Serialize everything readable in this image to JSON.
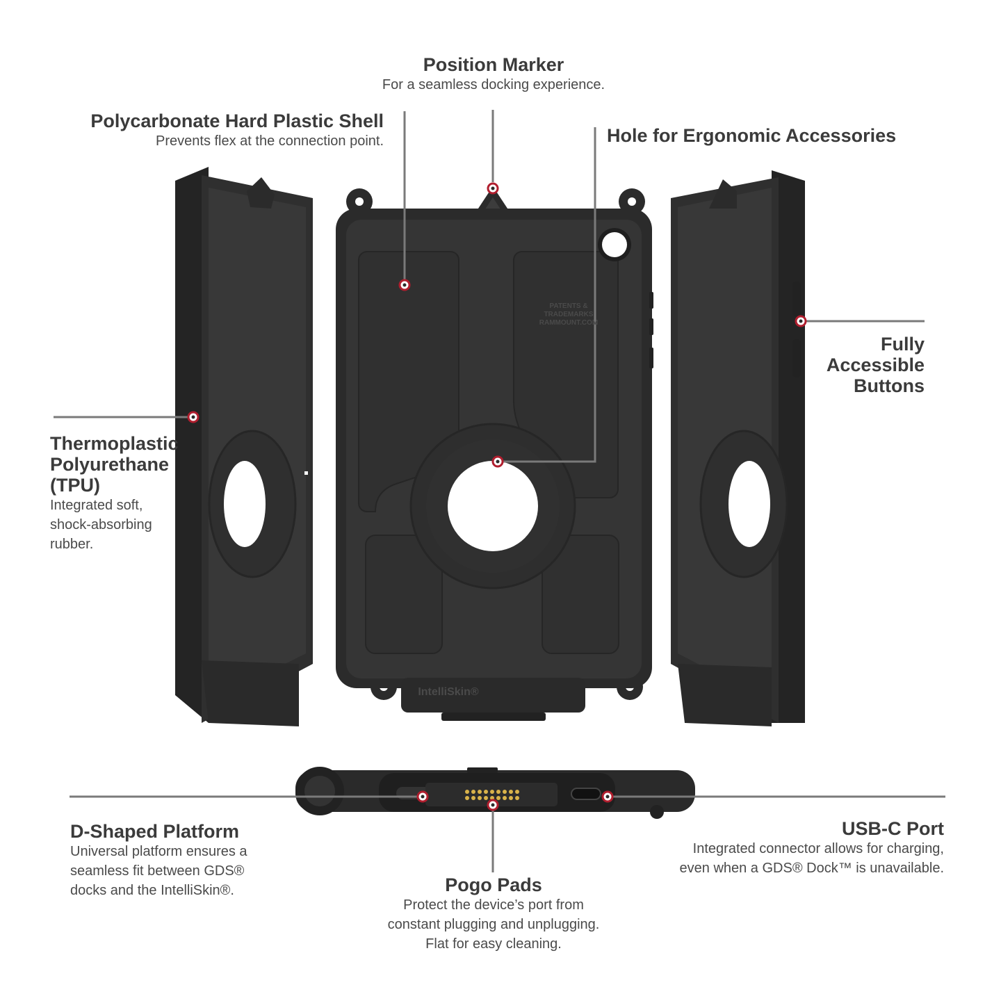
{
  "callouts": {
    "position_marker": {
      "title": "Position Marker",
      "desc": "For a seamless docking experience."
    },
    "polycarbonate_shell": {
      "title": "Polycarbonate Hard Plastic Shell",
      "desc": "Prevents flex at the connection point."
    },
    "ergonomic_hole": {
      "title": "Hole for Ergonomic Accessories"
    },
    "buttons": {
      "title_lines": [
        "Fully",
        "Accessible",
        "Buttons"
      ]
    },
    "tpu": {
      "title_lines": [
        "Thermoplastic",
        "Polyurethane",
        "(TPU)"
      ],
      "desc_lines": [
        "Integrated soft,",
        "shock-absorbing",
        "rubber."
      ]
    },
    "d_platform": {
      "title": "D-Shaped Platform",
      "desc_lines": [
        "Universal platform ensures a",
        "seamless fit between GDS®",
        "docks and the IntelliSkin®."
      ]
    },
    "pogo": {
      "title": "Pogo Pads",
      "desc_lines": [
        "Protect the device’s port from",
        "constant plugging and unplugging.",
        "Flat for easy cleaning."
      ]
    },
    "usbc": {
      "title": "USB-C Port",
      "desc_lines": [
        "Integrated connector allows for charging,",
        "even when a GDS® Dock™ is unavailable."
      ]
    }
  },
  "case_labels": {
    "brand": "IntelliSkin®",
    "patent_lines": [
      "PATENTS &",
      "TRADEMARKS",
      "RAMMOUNT.COM"
    ]
  },
  "colors": {
    "case_body": "#2d2d2d",
    "case_inner": "#3a3a3a",
    "accent_ring": "#b01e2e",
    "leader_line": "#7a7a7a",
    "pogo_pins": "#d9b34a"
  }
}
